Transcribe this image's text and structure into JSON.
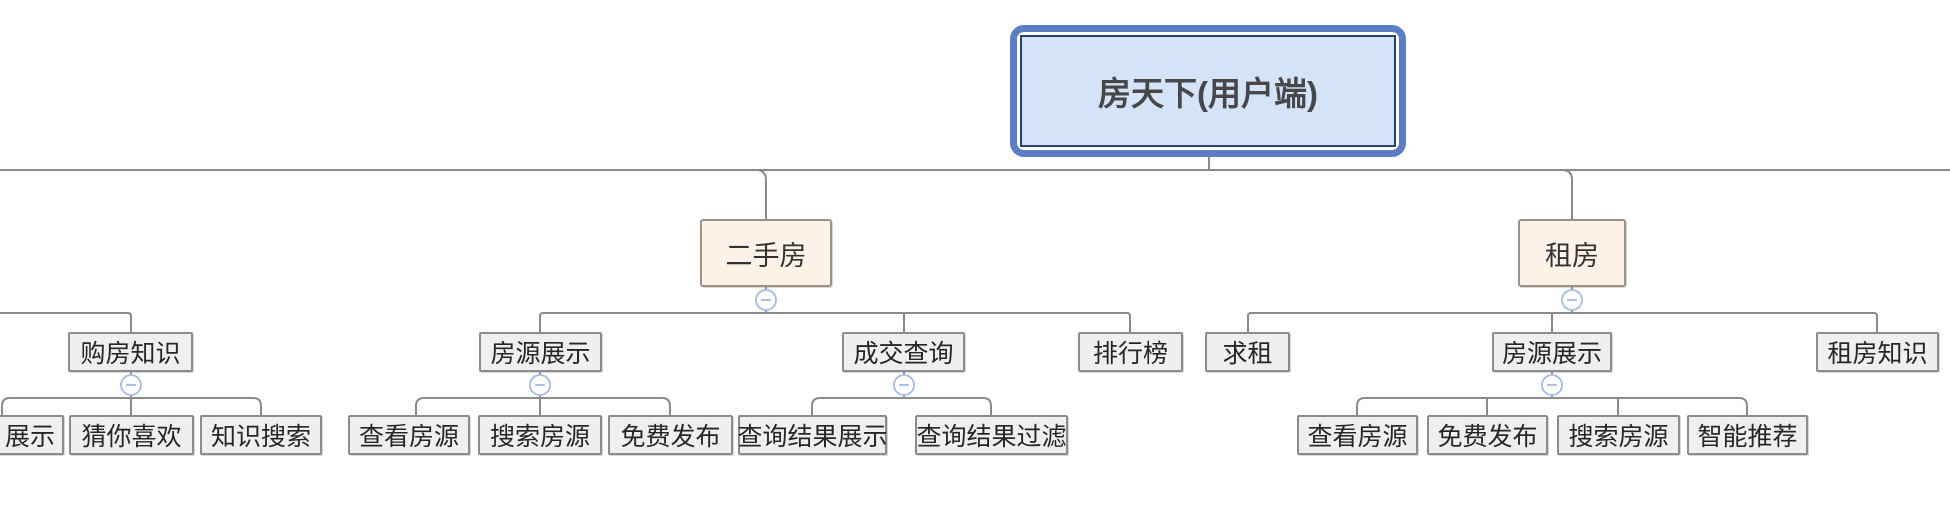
{
  "app": {
    "kind": "mind-map-diagram",
    "background": "#ffffff"
  },
  "colors": {
    "connector": "#8a8a8a",
    "root_fill": "#d5e3f8",
    "root_inner_border": "#2c4170",
    "root_selection_ring": "#5b7cc7",
    "branch_fill": "#fdf2e8",
    "branch_border": "#9c9186",
    "topic_fill": "#efefef",
    "topic_border": "#8c8c8c",
    "collapse_icon": "#aac0e8",
    "text_dark": "#262626"
  },
  "icons": {
    "collapse": "minus-circle-icon"
  },
  "tree": {
    "root": {
      "label": "房天下(用户端)",
      "selected": true
    },
    "branches": [
      {
        "id": "offscreen-left-branch",
        "label": "",
        "visible": false,
        "children": [
          {
            "label": "购房知识",
            "collapsed": false,
            "children": [
              {
                "label": "展示",
                "truncated_left": true
              },
              {
                "label": "猜你喜欢"
              },
              {
                "label": "知识搜索"
              }
            ]
          }
        ]
      },
      {
        "label": "二手房",
        "collapsed": false,
        "children": [
          {
            "label": "房源展示",
            "collapsed": false,
            "children": [
              {
                "label": "查看房源"
              },
              {
                "label": "搜索房源"
              },
              {
                "label": "免费发布"
              }
            ]
          },
          {
            "label": "成交查询",
            "collapsed": false,
            "children": [
              {
                "label": "查询结果展示"
              },
              {
                "label": "查询结果过滤"
              }
            ]
          },
          {
            "label": "排行榜"
          }
        ]
      },
      {
        "label": "租房",
        "collapsed": false,
        "children": [
          {
            "label": "求租"
          },
          {
            "label": "房源展示",
            "collapsed": false,
            "children": [
              {
                "label": "查看房源"
              },
              {
                "label": "免费发布"
              },
              {
                "label": "搜索房源"
              },
              {
                "label": "智能推荐"
              }
            ]
          },
          {
            "label": "租房知识"
          }
        ]
      }
    ]
  }
}
